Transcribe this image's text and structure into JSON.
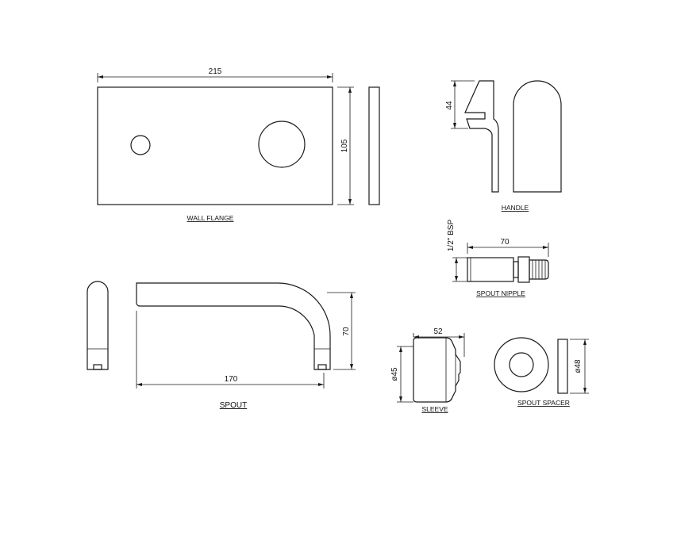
{
  "labels": {
    "wall_flange": "WALL FLANGE",
    "handle": "HANDLE",
    "spout_nipple": "SPOUT NIPPLE",
    "spout": "SPOUT",
    "sleeve": "SLEEVE",
    "spout_spacer": "SPOUT SPACER"
  },
  "dimensions": {
    "flange_width": "215",
    "flange_height": "105",
    "handle_height": "44",
    "nipple_thread": "1/2\" BSP",
    "nipple_length": "70",
    "spout_height": "70",
    "spout_length": "170",
    "sleeve_length": "52",
    "sleeve_diameter": "ø45",
    "spacer_diameter": "ø48"
  }
}
